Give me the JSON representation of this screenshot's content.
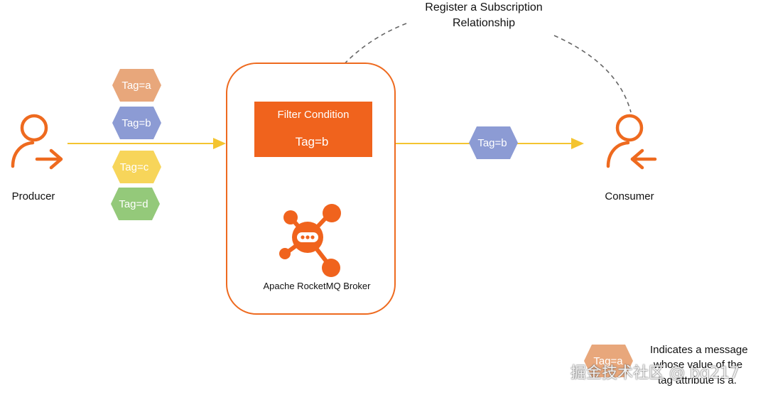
{
  "subscription_label": {
    "line1": "Register a Subscription",
    "line2": "Relationship"
  },
  "producer": {
    "label": "Producer",
    "icon": "producer-icon"
  },
  "consumer": {
    "label": "Consumer",
    "icon": "consumer-icon"
  },
  "producer_tags": [
    {
      "text": "Tag=a",
      "color": "#E8A77B"
    },
    {
      "text": "Tag=b",
      "color": "#8C9BD4"
    },
    {
      "text": "Tag=c",
      "color": "#F7D55A"
    },
    {
      "text": "Tag=d",
      "color": "#94C97A"
    }
  ],
  "consumer_tag": {
    "text": "Tag=b",
    "color": "#8C9BD4"
  },
  "broker": {
    "filter_title": "Filter Condition",
    "filter_value": "Tag=b",
    "name": "Apache RocketMQ Broker",
    "logo": "rocketmq-logo-icon"
  },
  "legend": {
    "tag_text": "Tag=a",
    "tag_color": "#E8A77B",
    "line1": "Indicates a message",
    "line2": "whose value of the",
    "line3": "tag attribute is a."
  },
  "watermark": "掘金技术社区 @ bq217",
  "colors": {
    "accent": "#EE6A1F",
    "flow_line": "#F4C430",
    "dashed": "#666666"
  }
}
